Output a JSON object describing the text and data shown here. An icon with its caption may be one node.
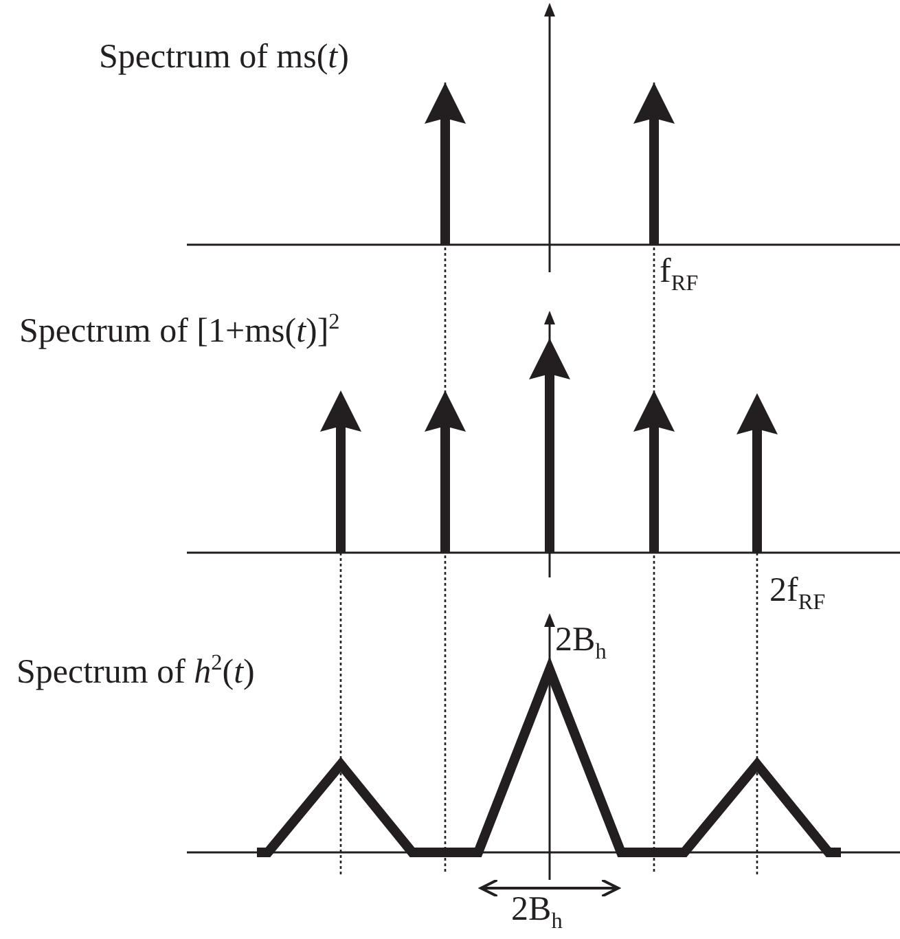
{
  "diagram": {
    "labels": [
      "Spectrum of ms(*t*)",
      "f$_{RF}$",
      "Spectrum of [1+ms(*t*)]$^{2}$",
      "2f$_{RF}$",
      "2B$_{h}$",
      "Spectrum of *h*$^{2}$(*t*)",
      "2B$_{h}$"
    ]
  }
}
